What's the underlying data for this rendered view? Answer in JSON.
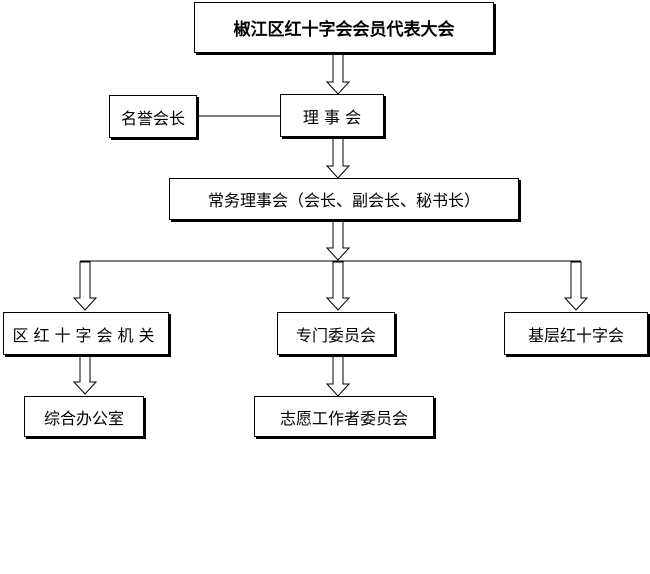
{
  "nodes": {
    "congress": "椒江区红十字会会员代表大会",
    "honorary_president": "名誉会长",
    "council": "理 事 会",
    "standing_council": "常务理事会（会长、副会长、秘书长）",
    "office_org": "区红十字会机关",
    "committee": "专门委员会",
    "grassroots": "基层红十字会",
    "general_office": "综合办公室",
    "volunteer_committee": "志愿工作者委员会"
  }
}
